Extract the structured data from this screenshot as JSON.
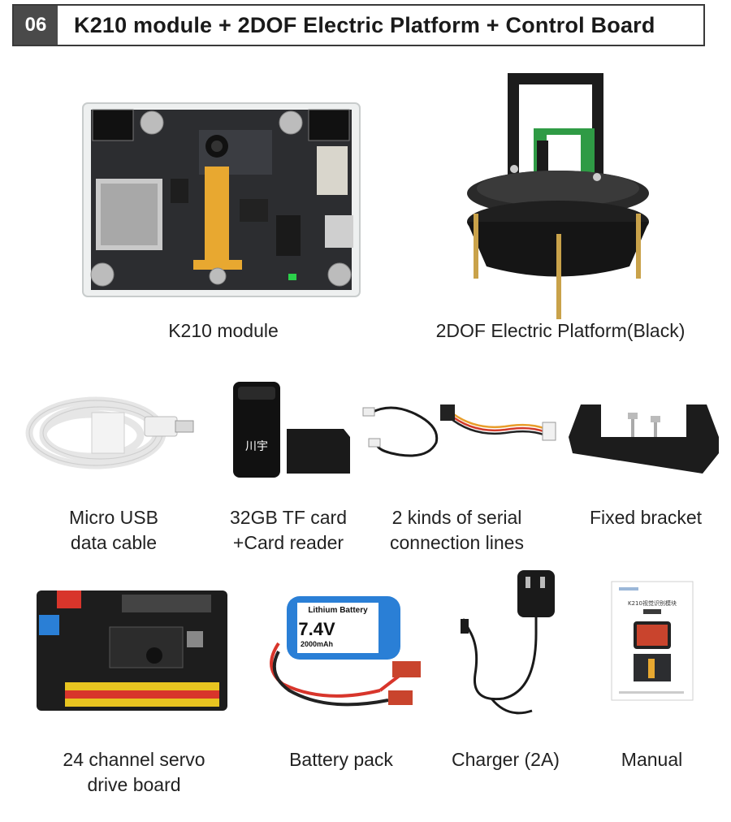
{
  "header": {
    "badge": "06",
    "title": "K210 module + 2DOF Electric Platform + Control Board"
  },
  "items": [
    {
      "lines": [
        "K210 module"
      ],
      "icon": "k210-module-image"
    },
    {
      "lines": [
        "2DOF Electric Platform(Black)"
      ],
      "icon": "2dof-platform-image"
    },
    {
      "lines": [
        "Micro USB",
        "data cable"
      ],
      "icon": "usb-cable-image"
    },
    {
      "lines": [
        "32GB  TF  card",
        "+Card  reader"
      ],
      "icon": "tf-card-reader-image"
    },
    {
      "lines": [
        "2 kinds of serial",
        "connection lines"
      ],
      "icon": "serial-cables-image"
    },
    {
      "lines": [
        "Fixed bracket"
      ],
      "icon": "bracket-image"
    },
    {
      "lines": [
        "24 channel servo",
        "drive board"
      ],
      "icon": "servo-board-image"
    },
    {
      "lines": [
        "Battery pack"
      ],
      "icon": "battery-pack-image"
    },
    {
      "lines": [
        "Charger (2A)"
      ],
      "icon": "charger-image"
    },
    {
      "lines": [
        "Manual"
      ],
      "icon": "manual-image"
    }
  ],
  "battery_label": {
    "brand": "Lithium Battery",
    "voltage": "7.4V",
    "capacity": "2000mAh"
  },
  "card_reader_logo": "川宇",
  "manual_title": "K210视觉识别模块"
}
